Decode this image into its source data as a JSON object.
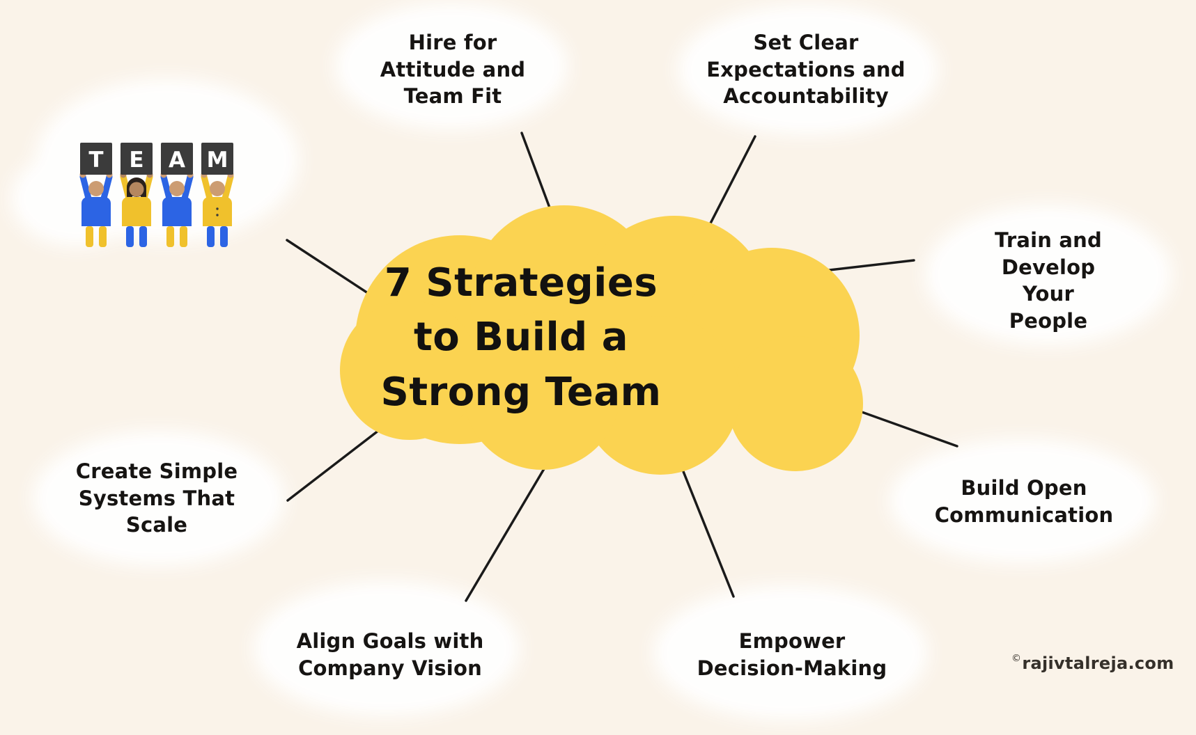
{
  "title": {
    "text": "7 Strategies\nto Build a\nStrong Team"
  },
  "strategies": [
    {
      "label": "Hire for\nAttitude and\nTeam Fit"
    },
    {
      "label": "Set Clear\nExpectations and\nAccountability"
    },
    {
      "label": "Train and\nDevelop Your\nPeople"
    },
    {
      "label": "Build Open\nCommunication"
    },
    {
      "label": "Empower\nDecision-Making"
    },
    {
      "label": "Align Goals with\nCompany Vision"
    },
    {
      "label": "Create Simple\nSystems That\nScale"
    }
  ],
  "team_art": {
    "letters": [
      "T",
      "E",
      "A",
      "M"
    ]
  },
  "watermark": {
    "symbol": "©",
    "text": "rajivtalreja.com"
  },
  "colors": {
    "background": "#FAF3E9",
    "white_cloud": "#FFFFFF",
    "cloud": "#FBD351",
    "text": "#161412",
    "line": "#1A1A1A",
    "board": "#3B3B3B",
    "letter": "#FFFFFF",
    "blue": "#2C64E4",
    "gold": "#F0C12C",
    "skin": "#CC9C72",
    "skin_dark": "#B5875F",
    "hair": "#2A211C"
  }
}
